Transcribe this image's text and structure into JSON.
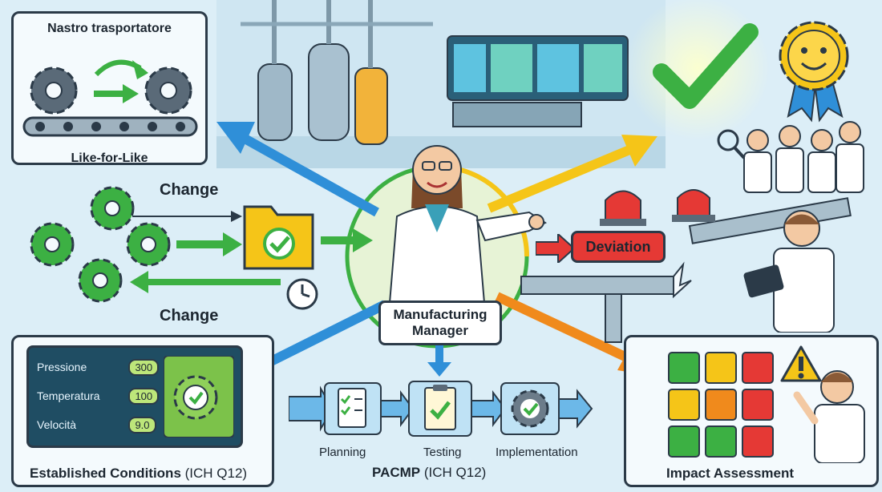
{
  "colors": {
    "green": "#3cb043",
    "blue": "#2f8fd8",
    "orange": "#f08a1c",
    "red": "#e53935",
    "yellow": "#f5c518",
    "panel_border": "#2b3a48",
    "screen": "#1f4d63"
  },
  "icons": [
    "gear-icon",
    "folder-check-icon",
    "clock-icon",
    "check-icon",
    "medal-icon",
    "siren-icon",
    "warning-icon",
    "clipboard-icon",
    "magnifier-icon"
  ],
  "top_left": {
    "title": "Nastro trasportatore",
    "caption": "Like-for-Like"
  },
  "middle_left": {
    "change_top": "Change",
    "change_bottom": "Change"
  },
  "deviation": {
    "label": "Deviation"
  },
  "center": {
    "label": "Manufacturing Manager"
  },
  "bottom_left": {
    "parameters": [
      {
        "name": "Pressione",
        "value": "300"
      },
      {
        "name": "Temperatura",
        "value": "100"
      },
      {
        "name": "Velocità",
        "value": "9.0"
      }
    ],
    "caption_bold": "Established Conditions",
    "caption_rest": " (ICH Q12)"
  },
  "bottom_center": {
    "steps": [
      "Planning",
      "Testing",
      "Implementation"
    ],
    "caption_bold": "PACMP",
    "caption_rest": " (ICH Q12)"
  },
  "bottom_right": {
    "caption": "Impact Assessment",
    "matrix_colors": [
      [
        "#3cb043",
        "#f5c518",
        "#e53935"
      ],
      [
        "#f5c518",
        "#f08a1c",
        "#e53935"
      ],
      [
        "#3cb043",
        "#3cb043",
        "#e53935"
      ]
    ]
  }
}
